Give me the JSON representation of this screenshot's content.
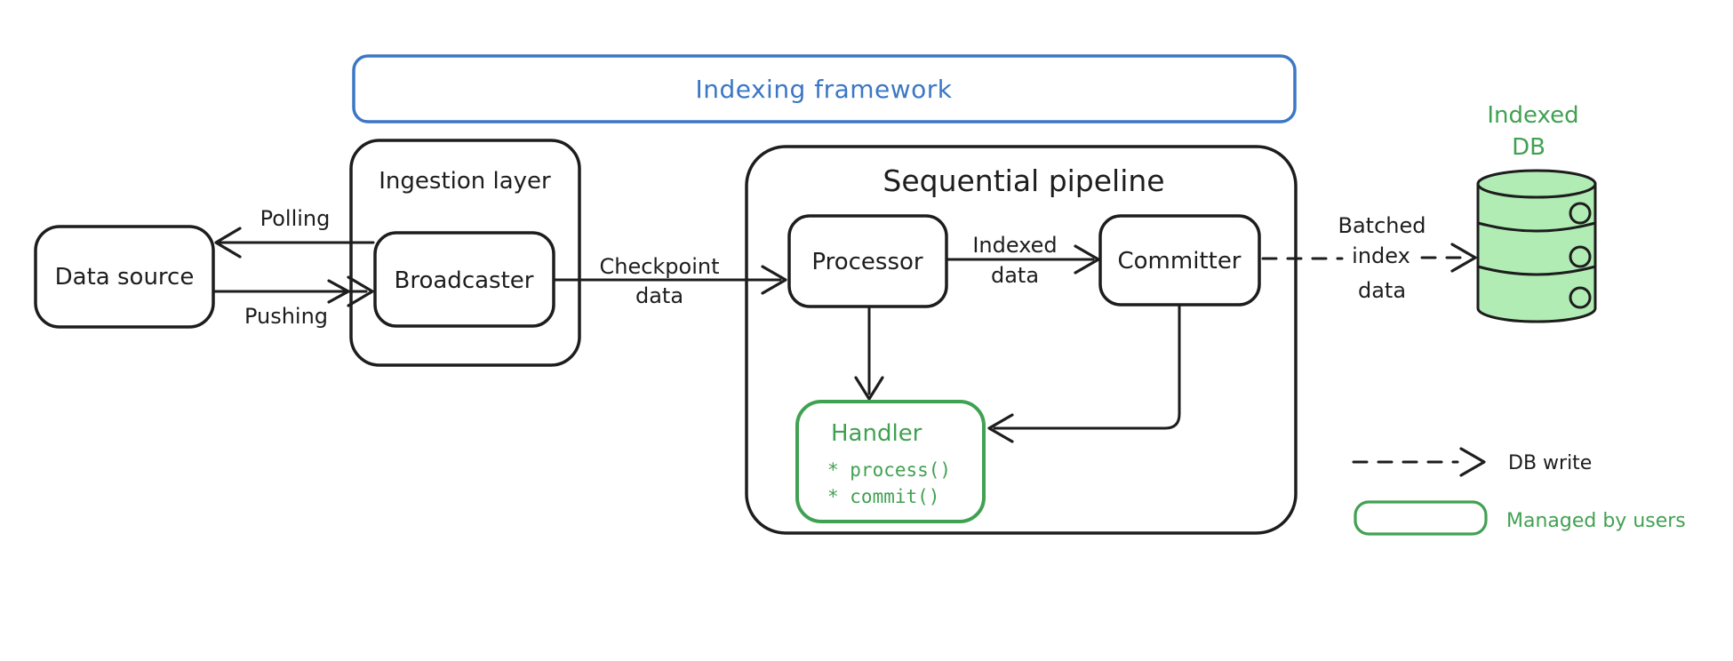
{
  "colors": {
    "ink": "#1d1d1d",
    "blue": "#3b77c5",
    "green": "#41a152",
    "db_fill": "#b2ecb5"
  },
  "frame": {
    "label": "Indexing framework"
  },
  "groups": {
    "ingestion": {
      "label": "Ingestion layer"
    },
    "pipeline": {
      "label": "Sequential pipeline"
    }
  },
  "nodes": {
    "data_source": {
      "label": "Data source"
    },
    "broadcaster": {
      "label": "Broadcaster"
    },
    "processor": {
      "label": "Processor"
    },
    "committer": {
      "label": "Committer"
    },
    "handler": {
      "label": "Handler",
      "methods": [
        "* process()",
        "* commit()"
      ]
    },
    "indexed_db": {
      "line1": "Indexed",
      "line2": "DB"
    }
  },
  "edges": {
    "polling": {
      "label": "Polling"
    },
    "pushing": {
      "label": "Pushing"
    },
    "checkpoint": {
      "line1": "Checkpoint",
      "line2": "data"
    },
    "indexed_data": {
      "line1": "Indexed",
      "line2": "data"
    },
    "batched_index": {
      "line1": "Batched",
      "line2": "index",
      "line3": "data"
    }
  },
  "legend": {
    "db_write": {
      "label": "DB write"
    },
    "managed": {
      "label": "Managed by users"
    }
  }
}
